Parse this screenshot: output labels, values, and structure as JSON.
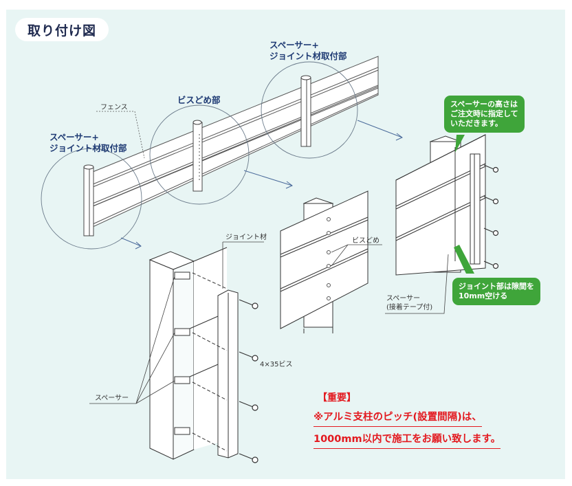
{
  "title": "取り付け図",
  "labels": {
    "top_right_circle": [
      "スペーサー+",
      "ジョイント材取付部"
    ],
    "middle_circle": "ビスどめ部",
    "fence": "フェンス",
    "left_circle": [
      "スペーサー+",
      "ジョイント材取付部"
    ],
    "joint_material": "ジョイント材",
    "screw_fastening": "ビスどめ",
    "screw_size": "4×35ビス",
    "spacer": "スペーサー",
    "spacer_with_tape": [
      "スペーサー",
      "(接着テープ付)"
    ]
  },
  "callouts": {
    "spacer_height": [
      "スペーサーの高さは",
      "ご注文時に指定して",
      "いただきます。"
    ],
    "joint_gap": [
      "ジョイント部は隙間を",
      "10mm空ける"
    ]
  },
  "notice": {
    "heading": "【重要】",
    "lines": [
      "※アルミ支柱のピッチ(設置間隔)は、",
      "1000mm以内で施工をお願い致します。"
    ]
  },
  "colors": {
    "background": "#e8f5f4",
    "callout_green": "#3fa53a",
    "notice_red": "#e3191f",
    "label_navy": "#1f3b74"
  }
}
